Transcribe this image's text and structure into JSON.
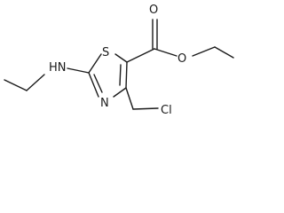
{
  "atoms": {
    "sulfur": "S",
    "ring_nitrogen": "N",
    "amine": "HN",
    "carbonyl_oxygen": "O",
    "ester_oxygen": "O",
    "chlorine": "Cl"
  },
  "colors": {
    "ink": "#1a1a1a",
    "background": "#ffffff"
  }
}
